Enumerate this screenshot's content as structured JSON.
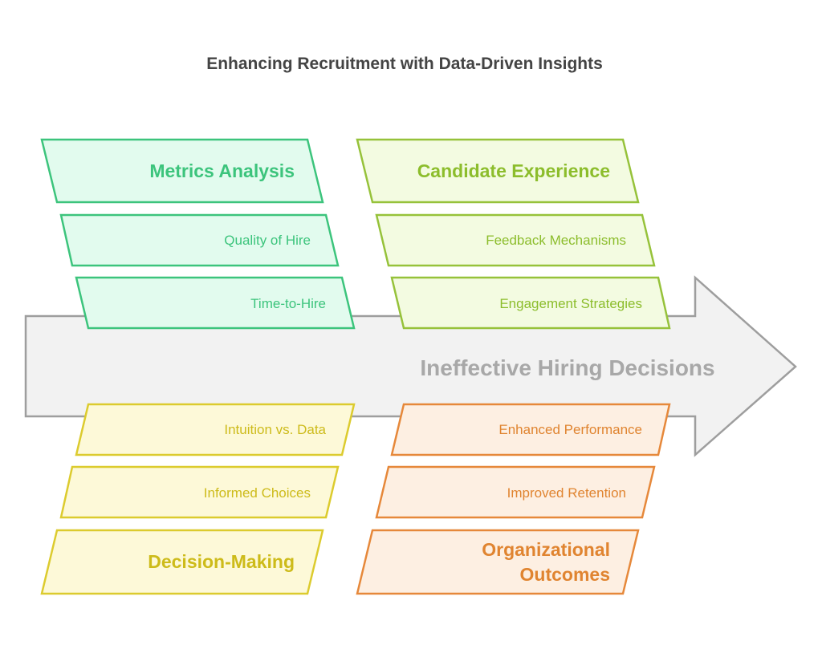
{
  "title": "Enhancing Recruitment with Data-Driven Insights",
  "effect": "Ineffective Hiring Decisions",
  "categories": [
    {
      "title": "Metrics Analysis",
      "causes": [
        "Quality of Hire",
        "Time-to-Hire"
      ],
      "color": "#3cc47c",
      "fill": "#e2fbee"
    },
    {
      "title": "Candidate Experience",
      "causes": [
        "Feedback Mechanisms",
        "Engagement Strategies"
      ],
      "color": "#96c23a",
      "fill": "#f3fbe1"
    },
    {
      "title": "Decision-Making",
      "causes": [
        "Intuition vs. Data",
        "Informed Choices"
      ],
      "color": "#dccb2e",
      "fill": "#fdf9d8"
    },
    {
      "title_lines": [
        "Organizational",
        "Outcomes"
      ],
      "causes": [
        "Enhanced Performance",
        "Improved Retention"
      ],
      "color": "#e6883a",
      "fill": "#fdefe2"
    }
  ]
}
